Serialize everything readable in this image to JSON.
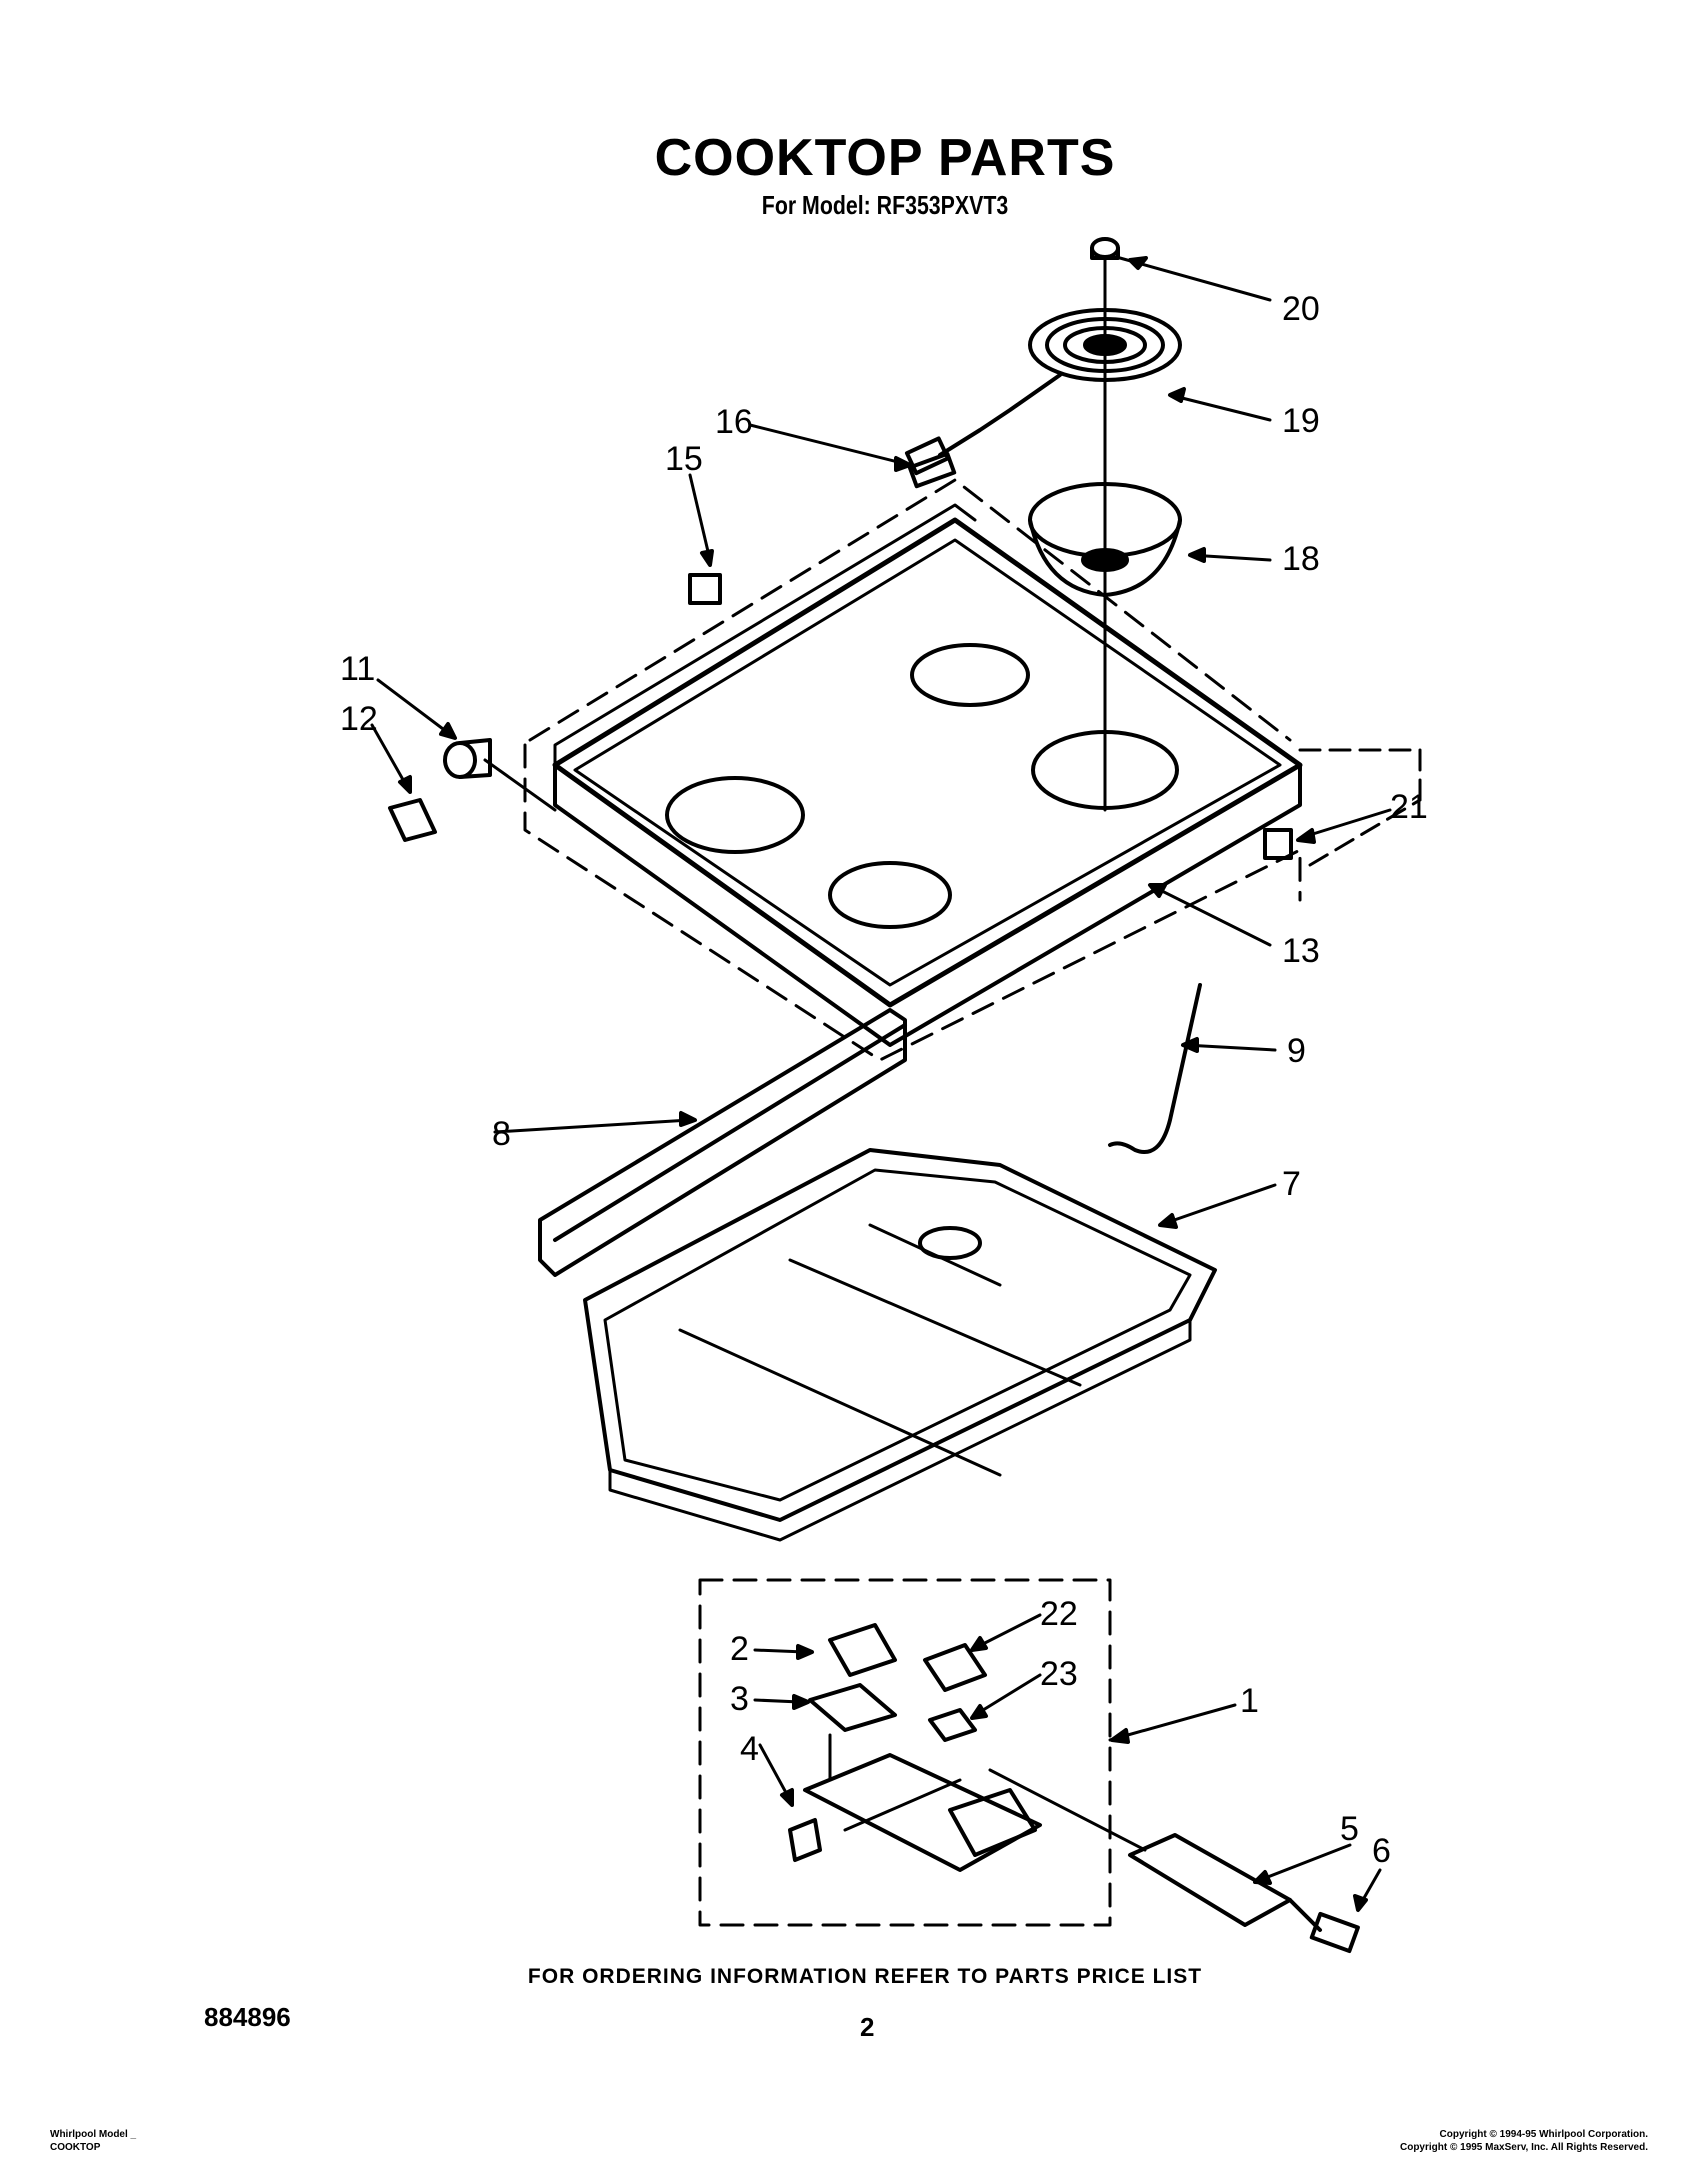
{
  "header": {
    "title": "COOKTOP PARTS",
    "subtitle": "For Model: RF353PXVT3"
  },
  "parts": [
    {
      "number": "1"
    },
    {
      "number": "2"
    },
    {
      "number": "3"
    },
    {
      "number": "4"
    },
    {
      "number": "5"
    },
    {
      "number": "6"
    },
    {
      "number": "7"
    },
    {
      "number": "8"
    },
    {
      "number": "9"
    },
    {
      "number": "11"
    },
    {
      "number": "12"
    },
    {
      "number": "13"
    },
    {
      "number": "15"
    },
    {
      "number": "16"
    },
    {
      "number": "18"
    },
    {
      "number": "19"
    },
    {
      "number": "20"
    },
    {
      "number": "21"
    },
    {
      "number": "22"
    },
    {
      "number": "23"
    }
  ],
  "footer": {
    "ordering_note": "FOR ORDERING INFORMATION REFER TO PARTS PRICE LIST",
    "doc_number": "884896",
    "page_number": "2",
    "left_line1": "Whirlpool Model _",
    "left_line2": "COOKTOP",
    "right_line1": "Copyright © 1994-95 Whirlpool Corporation.",
    "right_line2": "Copyright © 1995 MaxServ, Inc.  All Rights Reserved."
  }
}
